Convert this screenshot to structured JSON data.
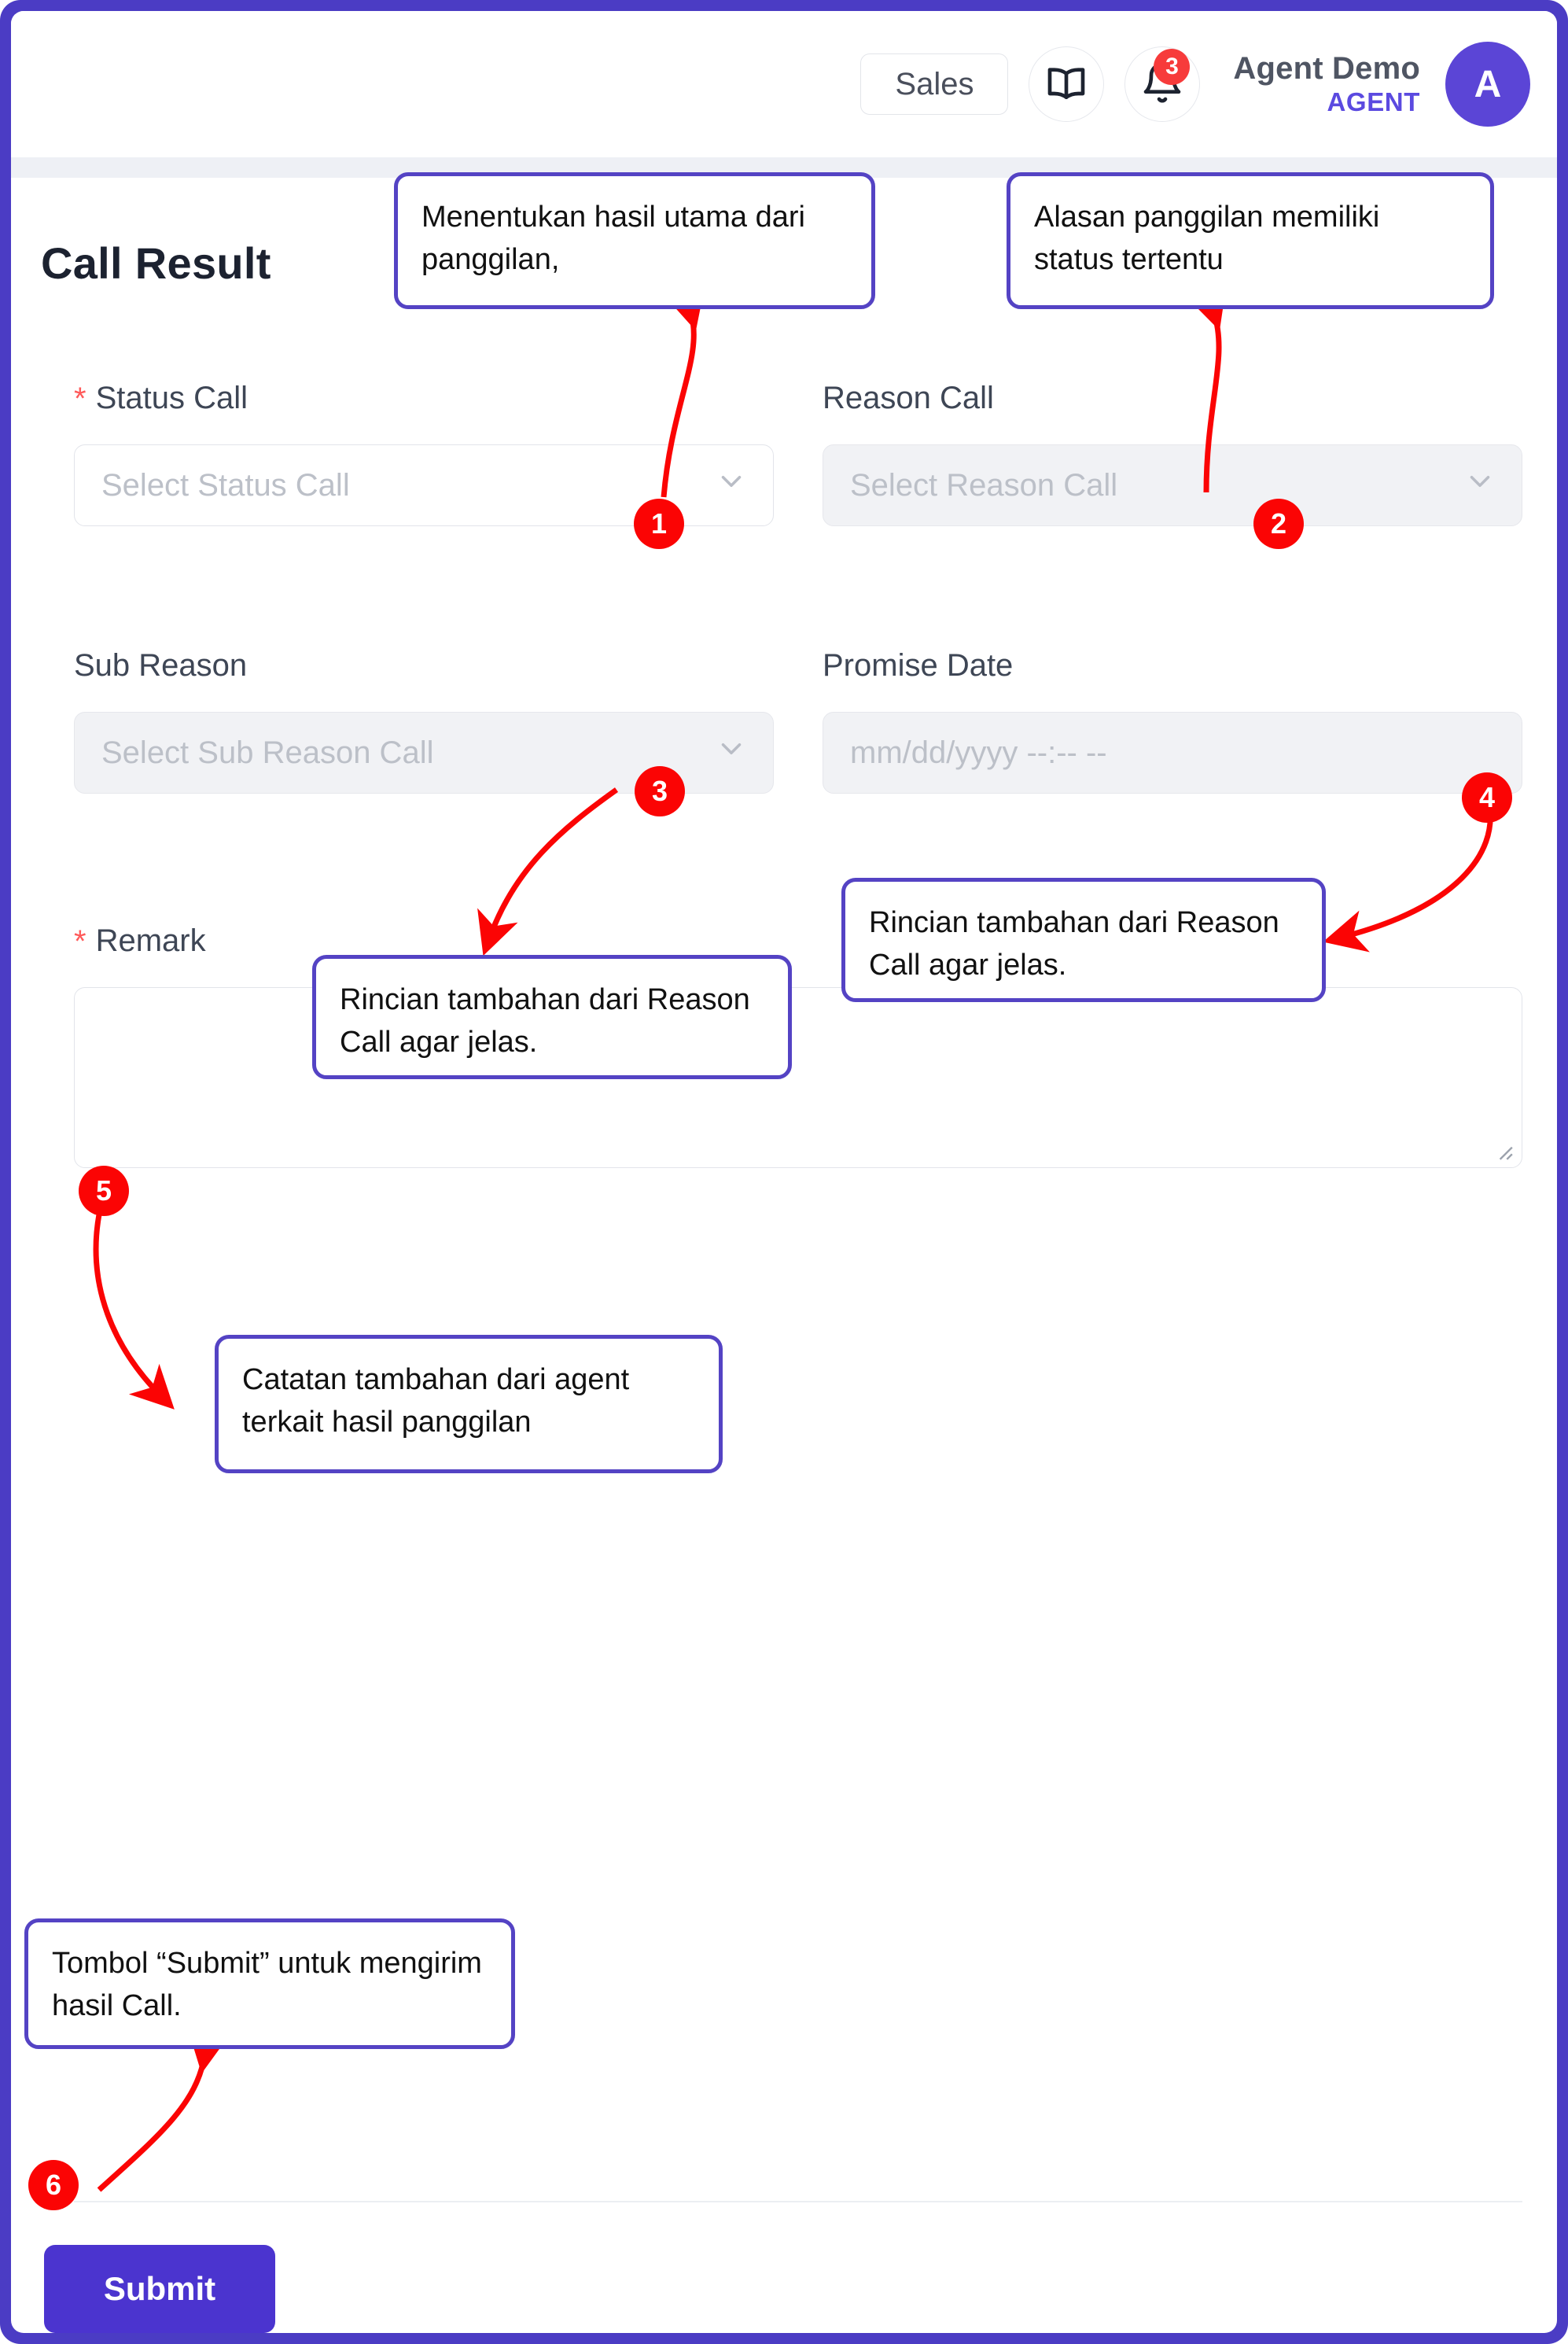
{
  "header": {
    "sales_label": "Sales",
    "book_icon": "book-icon",
    "bell_icon": "bell-icon",
    "notification_count": "3",
    "user_name": "Agent Demo",
    "user_role": "AGENT",
    "avatar_initial": "A"
  },
  "page": {
    "title": "Call Result"
  },
  "form": {
    "status_call": {
      "label": "Status Call",
      "required_mark": "*",
      "placeholder": "Select Status Call",
      "chevron": "chevron-down-icon"
    },
    "reason_call": {
      "label": "Reason Call",
      "placeholder": "Select Reason Call",
      "chevron": "chevron-down-icon"
    },
    "sub_reason": {
      "label": "Sub Reason",
      "placeholder": "Select Sub Reason Call",
      "chevron": "chevron-down-icon"
    },
    "promise_date": {
      "label": "Promise Date",
      "placeholder": "mm/dd/yyyy --:-- --"
    },
    "remark": {
      "label": "Remark",
      "required_mark": "*",
      "value": ""
    },
    "submit_label": "Submit"
  },
  "annotations": [
    {
      "number": "1",
      "text": "Menentukan hasil utama dari panggilan,"
    },
    {
      "number": "2",
      "text": "Alasan panggilan memiliki status tertentu"
    },
    {
      "number": "3",
      "text": "Rincian tambahan dari Reason Call agar jelas."
    },
    {
      "number": "4",
      "text": "Rincian tambahan dari Reason Call agar jelas."
    },
    {
      "number": "5",
      "text": "Catatan tambahan dari agent terkait hasil panggilan"
    },
    {
      "number": "6",
      "text": "Tombol “Submit” untuk mengirim hasil Call."
    }
  ],
  "colors": {
    "frame_purple": "#4b3cc4",
    "accent_purple": "#5b45d6",
    "marker_red": "#fb0404",
    "callout_border": "#5443c4",
    "required_red": "#ff5a5a"
  }
}
